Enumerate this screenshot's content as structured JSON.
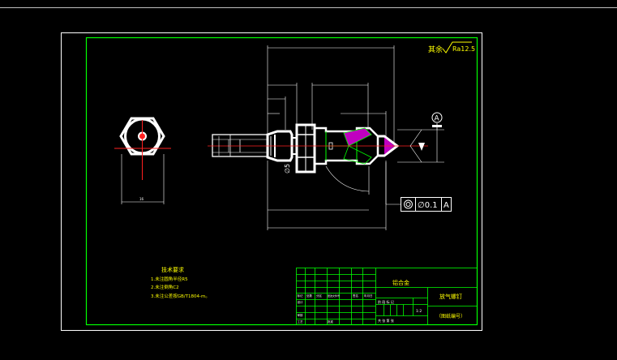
{
  "surface_finish": {
    "label": "其余",
    "value": "Ra12.5"
  },
  "datum": {
    "letter": "A"
  },
  "tolerance_frame": {
    "symbol": "◎",
    "value": "∅0.1",
    "datum_ref": "A"
  },
  "dimension_labels": {
    "diameter": "∅5",
    "side_view_width": "16"
  },
  "technical_requirements": {
    "title": "技术要求",
    "items": [
      "1.未注圆角半径R5",
      "2.未注倒角C2",
      "3.未注公差按GB/T1804-m。"
    ]
  },
  "title_block": {
    "material": "铝合金",
    "part_name": "放气螺钉",
    "drawing_number": "（图纸编号）",
    "ratio": "1:2",
    "header_cells": [
      "标记",
      "处数",
      "分区",
      "更改文件号",
      "签名",
      "年月日"
    ],
    "rows": [
      "设计",
      "审核",
      "工艺"
    ],
    "stage_label": "阶 段 标 记",
    "sheet_label": "共 张 第 张",
    "approve": "批准"
  },
  "colors": {
    "background": "#000000",
    "frame": "#ffffff",
    "border": "#00ff00",
    "center_line": "#ff2020",
    "hatch": "#c000c0",
    "text_green": "#00ff00",
    "text_yellow": "#ffff00"
  }
}
